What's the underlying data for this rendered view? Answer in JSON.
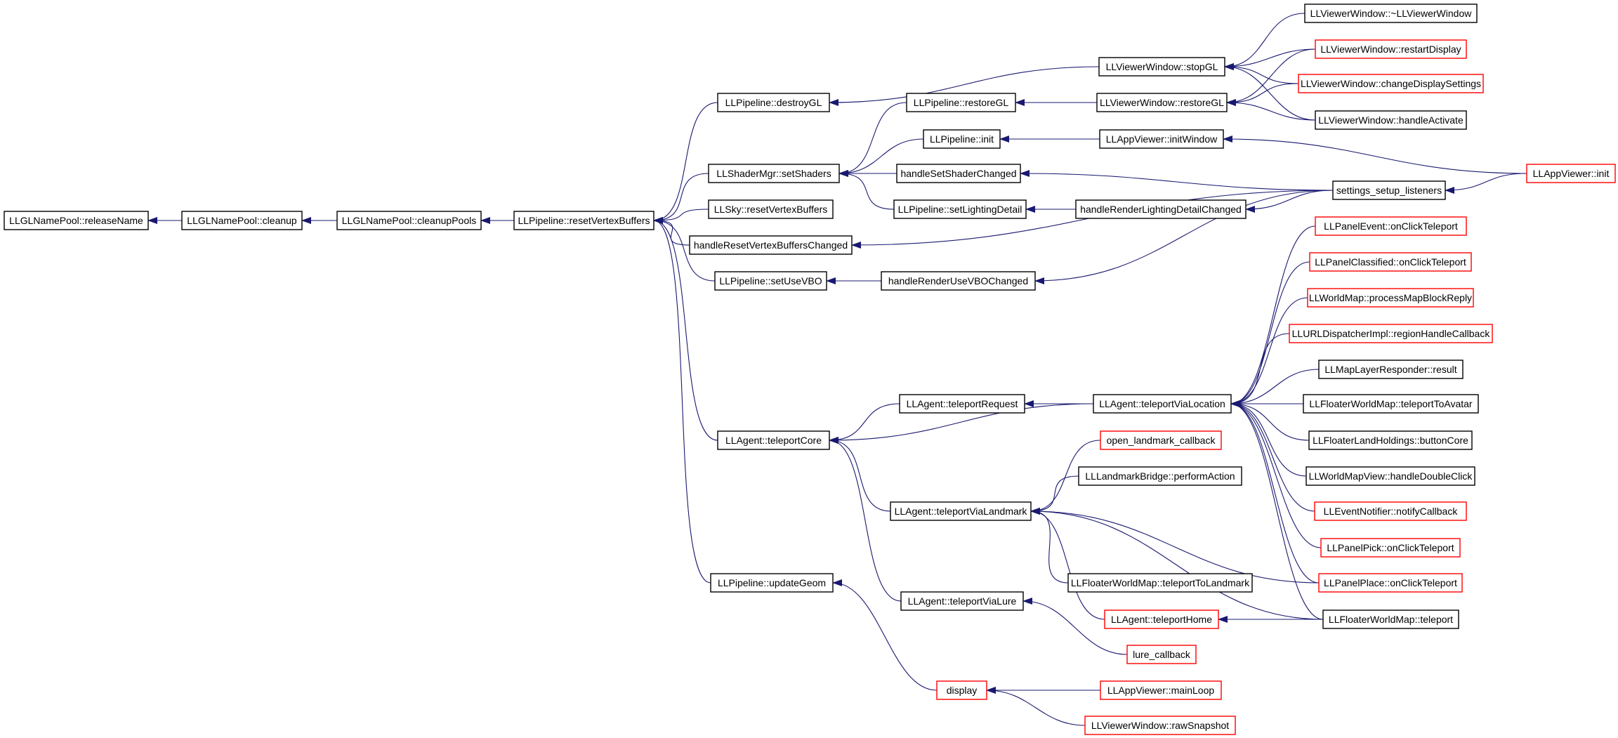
{
  "colors": {
    "edge": "#191970",
    "arrowhead": "#191970",
    "node_border_normal": "#000000",
    "node_border_truncated": "#ff0000",
    "node_fill_root": "#bfbfbf",
    "node_fill": "#ffffff",
    "text": "#000000"
  },
  "nodes": [
    {
      "id": "n1",
      "label": "LLGLNamePool::releaseName",
      "kind": "root"
    },
    {
      "id": "n2",
      "label": "LLGLNamePool::cleanup",
      "kind": "normal"
    },
    {
      "id": "n3",
      "label": "LLGLNamePool::cleanupPools",
      "kind": "normal"
    },
    {
      "id": "n4",
      "label": "LLPipeline::resetVertexBuffers",
      "kind": "normal"
    },
    {
      "id": "n5",
      "label": "LLPipeline::destroyGL",
      "kind": "normal"
    },
    {
      "id": "n6",
      "label": "LLShaderMgr::setShaders",
      "kind": "normal"
    },
    {
      "id": "n7",
      "label": "LLSky::resetVertexBuffers",
      "kind": "normal"
    },
    {
      "id": "n8",
      "label": "handleResetVertexBuffersChanged",
      "kind": "normal"
    },
    {
      "id": "n9",
      "label": "LLPipeline::setUseVBO",
      "kind": "normal"
    },
    {
      "id": "n10",
      "label": "LLAgent::teleportCore",
      "kind": "normal"
    },
    {
      "id": "n11",
      "label": "LLPipeline::updateGeom",
      "kind": "normal"
    },
    {
      "id": "n12",
      "label": "LLPipeline::restoreGL",
      "kind": "normal"
    },
    {
      "id": "n13",
      "label": "LLPipeline::init",
      "kind": "normal"
    },
    {
      "id": "n14",
      "label": "handleSetShaderChanged",
      "kind": "normal"
    },
    {
      "id": "n15",
      "label": "LLPipeline::setLightingDetail",
      "kind": "normal"
    },
    {
      "id": "n16",
      "label": "handleRenderUseVBOChanged",
      "kind": "normal"
    },
    {
      "id": "n17",
      "label": "LLAgent::teleportRequest",
      "kind": "normal"
    },
    {
      "id": "n18",
      "label": "LLAgent::teleportViaLandmark",
      "kind": "normal"
    },
    {
      "id": "n19",
      "label": "LLAgent::teleportViaLure",
      "kind": "normal"
    },
    {
      "id": "n20",
      "label": "display",
      "kind": "truncated"
    },
    {
      "id": "n21",
      "label": "LLViewerWindow::stopGL",
      "kind": "normal"
    },
    {
      "id": "n22",
      "label": "LLViewerWindow::restoreGL",
      "kind": "normal"
    },
    {
      "id": "n23",
      "label": "LLAppViewer::initWindow",
      "kind": "normal"
    },
    {
      "id": "n24",
      "label": "handleRenderLightingDetailChanged",
      "kind": "normal"
    },
    {
      "id": "n25",
      "label": "LLAgent::teleportViaLocation",
      "kind": "normal"
    },
    {
      "id": "n26",
      "label": "open_landmark_callback",
      "kind": "truncated"
    },
    {
      "id": "n27",
      "label": "LLLandmarkBridge::performAction",
      "kind": "normal"
    },
    {
      "id": "n28",
      "label": "LLFloaterWorldMap::teleportToLandmark",
      "kind": "normal"
    },
    {
      "id": "n29",
      "label": "LLAgent::teleportHome",
      "kind": "truncated"
    },
    {
      "id": "n30",
      "label": "lure_callback",
      "kind": "truncated"
    },
    {
      "id": "n31",
      "label": "LLAppViewer::mainLoop",
      "kind": "truncated"
    },
    {
      "id": "n32",
      "label": "LLViewerWindow::rawSnapshot",
      "kind": "truncated"
    },
    {
      "id": "n33",
      "label": "LLViewerWindow::~LLViewerWindow",
      "kind": "normal"
    },
    {
      "id": "n34",
      "label": "LLViewerWindow::restartDisplay",
      "kind": "truncated"
    },
    {
      "id": "n35",
      "label": "LLViewerWindow::changeDisplaySettings",
      "kind": "truncated"
    },
    {
      "id": "n36",
      "label": "LLViewerWindow::handleActivate",
      "kind": "normal"
    },
    {
      "id": "n37",
      "label": "settings_setup_listeners",
      "kind": "normal"
    },
    {
      "id": "n38",
      "label": "LLPanelEvent::onClickTeleport",
      "kind": "truncated"
    },
    {
      "id": "n39",
      "label": "LLPanelClassified::onClickTeleport",
      "kind": "truncated"
    },
    {
      "id": "n40",
      "label": "LLWorldMap::processMapBlockReply",
      "kind": "truncated"
    },
    {
      "id": "n41",
      "label": "LLURLDispatcherImpl::regionHandleCallback",
      "kind": "truncated"
    },
    {
      "id": "n42",
      "label": "LLMapLayerResponder::result",
      "kind": "normal"
    },
    {
      "id": "n43",
      "label": "LLFloaterWorldMap::teleportToAvatar",
      "kind": "normal"
    },
    {
      "id": "n44",
      "label": "LLFloaterLandHoldings::buttonCore",
      "kind": "normal"
    },
    {
      "id": "n45",
      "label": "LLWorldMapView::handleDoubleClick",
      "kind": "normal"
    },
    {
      "id": "n46",
      "label": "LLEventNotifier::notifyCallback",
      "kind": "truncated"
    },
    {
      "id": "n47",
      "label": "LLPanelPick::onClickTeleport",
      "kind": "truncated"
    },
    {
      "id": "n48",
      "label": "LLPanelPlace::onClickTeleport",
      "kind": "truncated"
    },
    {
      "id": "n49",
      "label": "LLFloaterWorldMap::teleport",
      "kind": "normal"
    },
    {
      "id": "n50",
      "label": "LLAppViewer::init",
      "kind": "truncated"
    }
  ],
  "edges": [
    [
      "n2",
      "n1"
    ],
    [
      "n3",
      "n2"
    ],
    [
      "n4",
      "n3"
    ],
    [
      "n5",
      "n4"
    ],
    [
      "n6",
      "n4"
    ],
    [
      "n7",
      "n4"
    ],
    [
      "n8",
      "n4"
    ],
    [
      "n9",
      "n4"
    ],
    [
      "n10",
      "n4"
    ],
    [
      "n11",
      "n4"
    ],
    [
      "n21",
      "n5"
    ],
    [
      "n12",
      "n6"
    ],
    [
      "n13",
      "n6"
    ],
    [
      "n14",
      "n6"
    ],
    [
      "n15",
      "n6"
    ],
    [
      "n37",
      "n8"
    ],
    [
      "n16",
      "n9"
    ],
    [
      "n17",
      "n10"
    ],
    [
      "n25",
      "n10"
    ],
    [
      "n18",
      "n10"
    ],
    [
      "n19",
      "n10"
    ],
    [
      "n20",
      "n11"
    ],
    [
      "n22",
      "n12"
    ],
    [
      "n23",
      "n13"
    ],
    [
      "n37",
      "n14"
    ],
    [
      "n24",
      "n15"
    ],
    [
      "n37",
      "n16"
    ],
    [
      "n25",
      "n17"
    ],
    [
      "n26",
      "n18"
    ],
    [
      "n27",
      "n18"
    ],
    [
      "n28",
      "n18"
    ],
    [
      "n29",
      "n18"
    ],
    [
      "n48",
      "n18"
    ],
    [
      "n49",
      "n18"
    ],
    [
      "n30",
      "n19"
    ],
    [
      "n31",
      "n20"
    ],
    [
      "n32",
      "n20"
    ],
    [
      "n33",
      "n21"
    ],
    [
      "n34",
      "n21"
    ],
    [
      "n35",
      "n21"
    ],
    [
      "n36",
      "n21"
    ],
    [
      "n34",
      "n22"
    ],
    [
      "n35",
      "n22"
    ],
    [
      "n36",
      "n22"
    ],
    [
      "n50",
      "n23"
    ],
    [
      "n37",
      "n24"
    ],
    [
      "n38",
      "n25"
    ],
    [
      "n39",
      "n25"
    ],
    [
      "n40",
      "n25"
    ],
    [
      "n41",
      "n25"
    ],
    [
      "n42",
      "n25"
    ],
    [
      "n43",
      "n25"
    ],
    [
      "n44",
      "n25"
    ],
    [
      "n45",
      "n25"
    ],
    [
      "n46",
      "n25"
    ],
    [
      "n47",
      "n25"
    ],
    [
      "n48",
      "n25"
    ],
    [
      "n49",
      "n25"
    ],
    [
      "n49",
      "n29"
    ],
    [
      "n50",
      "n37"
    ]
  ]
}
